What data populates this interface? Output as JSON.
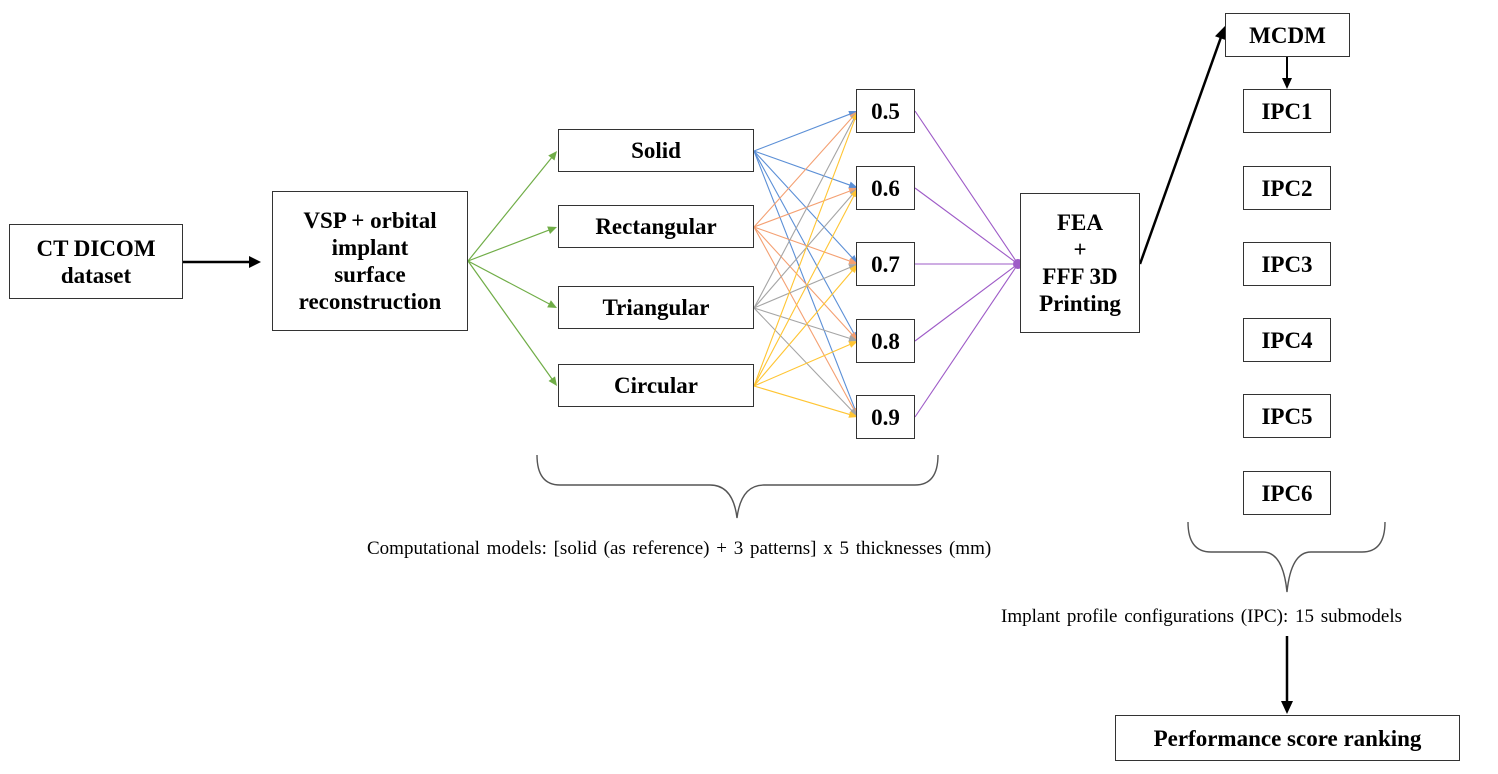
{
  "input": {
    "line1": "CT DICOM",
    "line2": "dataset"
  },
  "vsp": {
    "line1": "VSP + orbital",
    "line2": "implant",
    "line3": "surface",
    "line4": "reconstruction"
  },
  "patterns": [
    "Solid",
    "Rectangular",
    "Triangular",
    "Circular"
  ],
  "thicknesses": [
    "0.5",
    "0.6",
    "0.7",
    "0.8",
    "0.9"
  ],
  "fea": {
    "line1": "FEA",
    "line2": "+",
    "line3": "FFF 3D",
    "line4": "Printing"
  },
  "mcdm": "MCDM",
  "ipc": [
    "IPC1",
    "IPC2",
    "IPC3",
    "IPC4",
    "IPC5",
    "IPC6"
  ],
  "captions": {
    "models": "Computational models: [solid (as reference) + 3 patterns] x 5 thicknesses (mm)",
    "ipc": "Implant profile configurations (IPC): 15 submodels"
  },
  "ranking": "Performance score ranking",
  "colors": {
    "green": "#70ad47",
    "solid": "#5b8fd6",
    "rectangular": "#f4a072",
    "triangular": "#a5a5a5",
    "circular": "#ffc533",
    "purple": "#9e5bc7",
    "black": "#000000",
    "gray": "#555555"
  }
}
